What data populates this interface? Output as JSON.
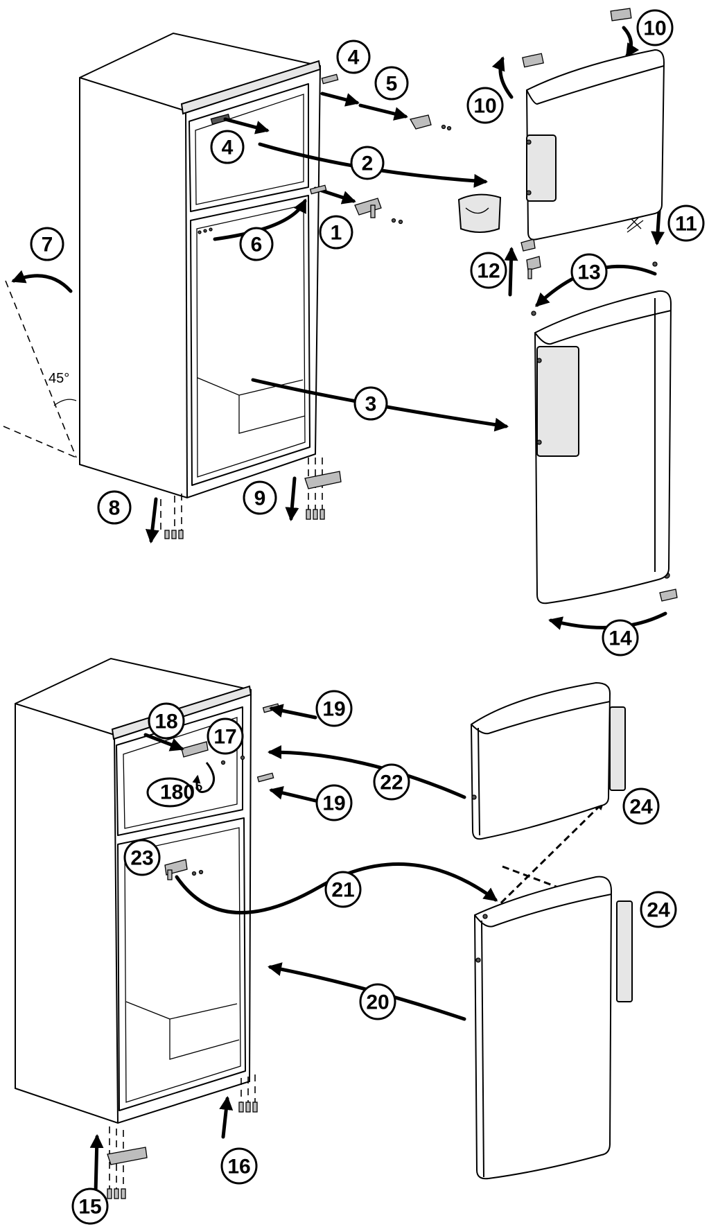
{
  "diagram": {
    "angle_label": "45°",
    "rotation_label": "180°",
    "steps": {
      "s1": "1",
      "s2": "2",
      "s3": "3",
      "s4a": "4",
      "s4b": "4",
      "s5": "5",
      "s6": "6",
      "s7": "7",
      "s8": "8",
      "s9": "9",
      "s10a": "10",
      "s10b": "10",
      "s11": "11",
      "s12": "12",
      "s13": "13",
      "s14": "14",
      "s15": "15",
      "s16": "16",
      "s17": "17",
      "s18": "18",
      "s19a": "19",
      "s19b": "19",
      "s20": "20",
      "s21": "21",
      "s22": "22",
      "s23": "23",
      "s24a": "24",
      "s24b": "24"
    }
  }
}
